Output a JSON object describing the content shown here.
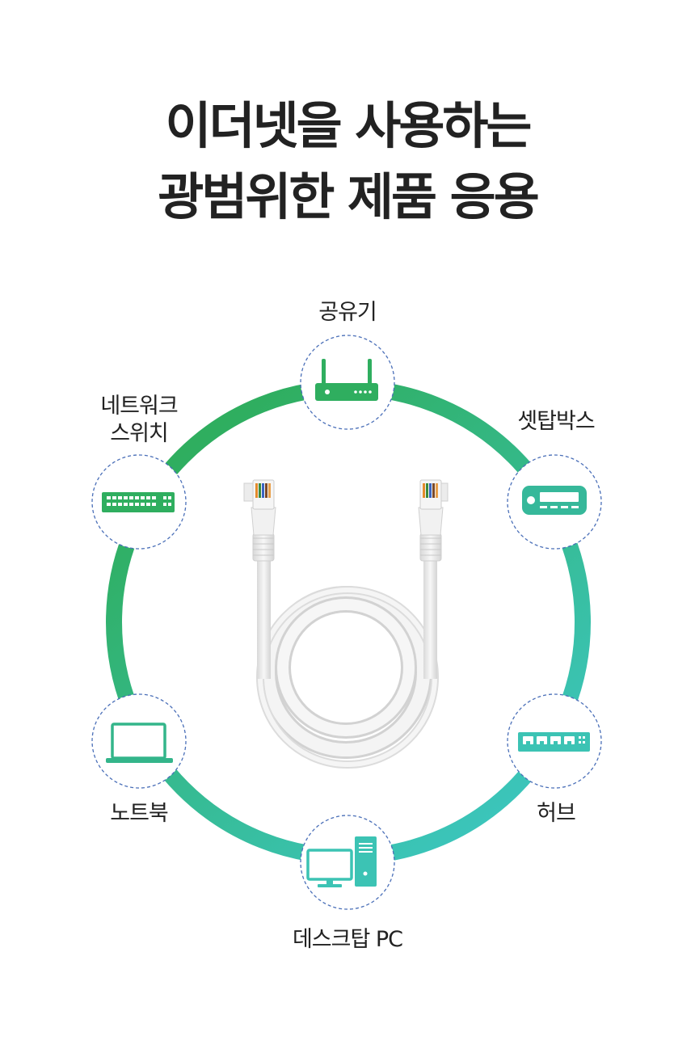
{
  "title": {
    "line1": "이더넷을 사용하는",
    "line2": "광범위한 제품 응용"
  },
  "colors": {
    "green": "#2fae5f",
    "teal": "#3cc3b4",
    "dash": "#4a6fb8",
    "cable": "#e6e6e6"
  },
  "devices": {
    "router": {
      "label": "공유기",
      "icon": "router-icon"
    },
    "settop": {
      "label": "셋탑박스",
      "icon": "set-top-box-icon"
    },
    "hub": {
      "label": "허브",
      "icon": "hub-icon"
    },
    "desktop": {
      "label": "데스크탑 PC",
      "icon": "desktop-pc-icon"
    },
    "laptop": {
      "label": "노트북",
      "icon": "laptop-icon"
    },
    "switch": {
      "label_line1": "네트워크",
      "label_line2": "스위치",
      "icon": "network-switch-icon"
    }
  },
  "center": {
    "icon": "ethernet-cable-icon"
  }
}
